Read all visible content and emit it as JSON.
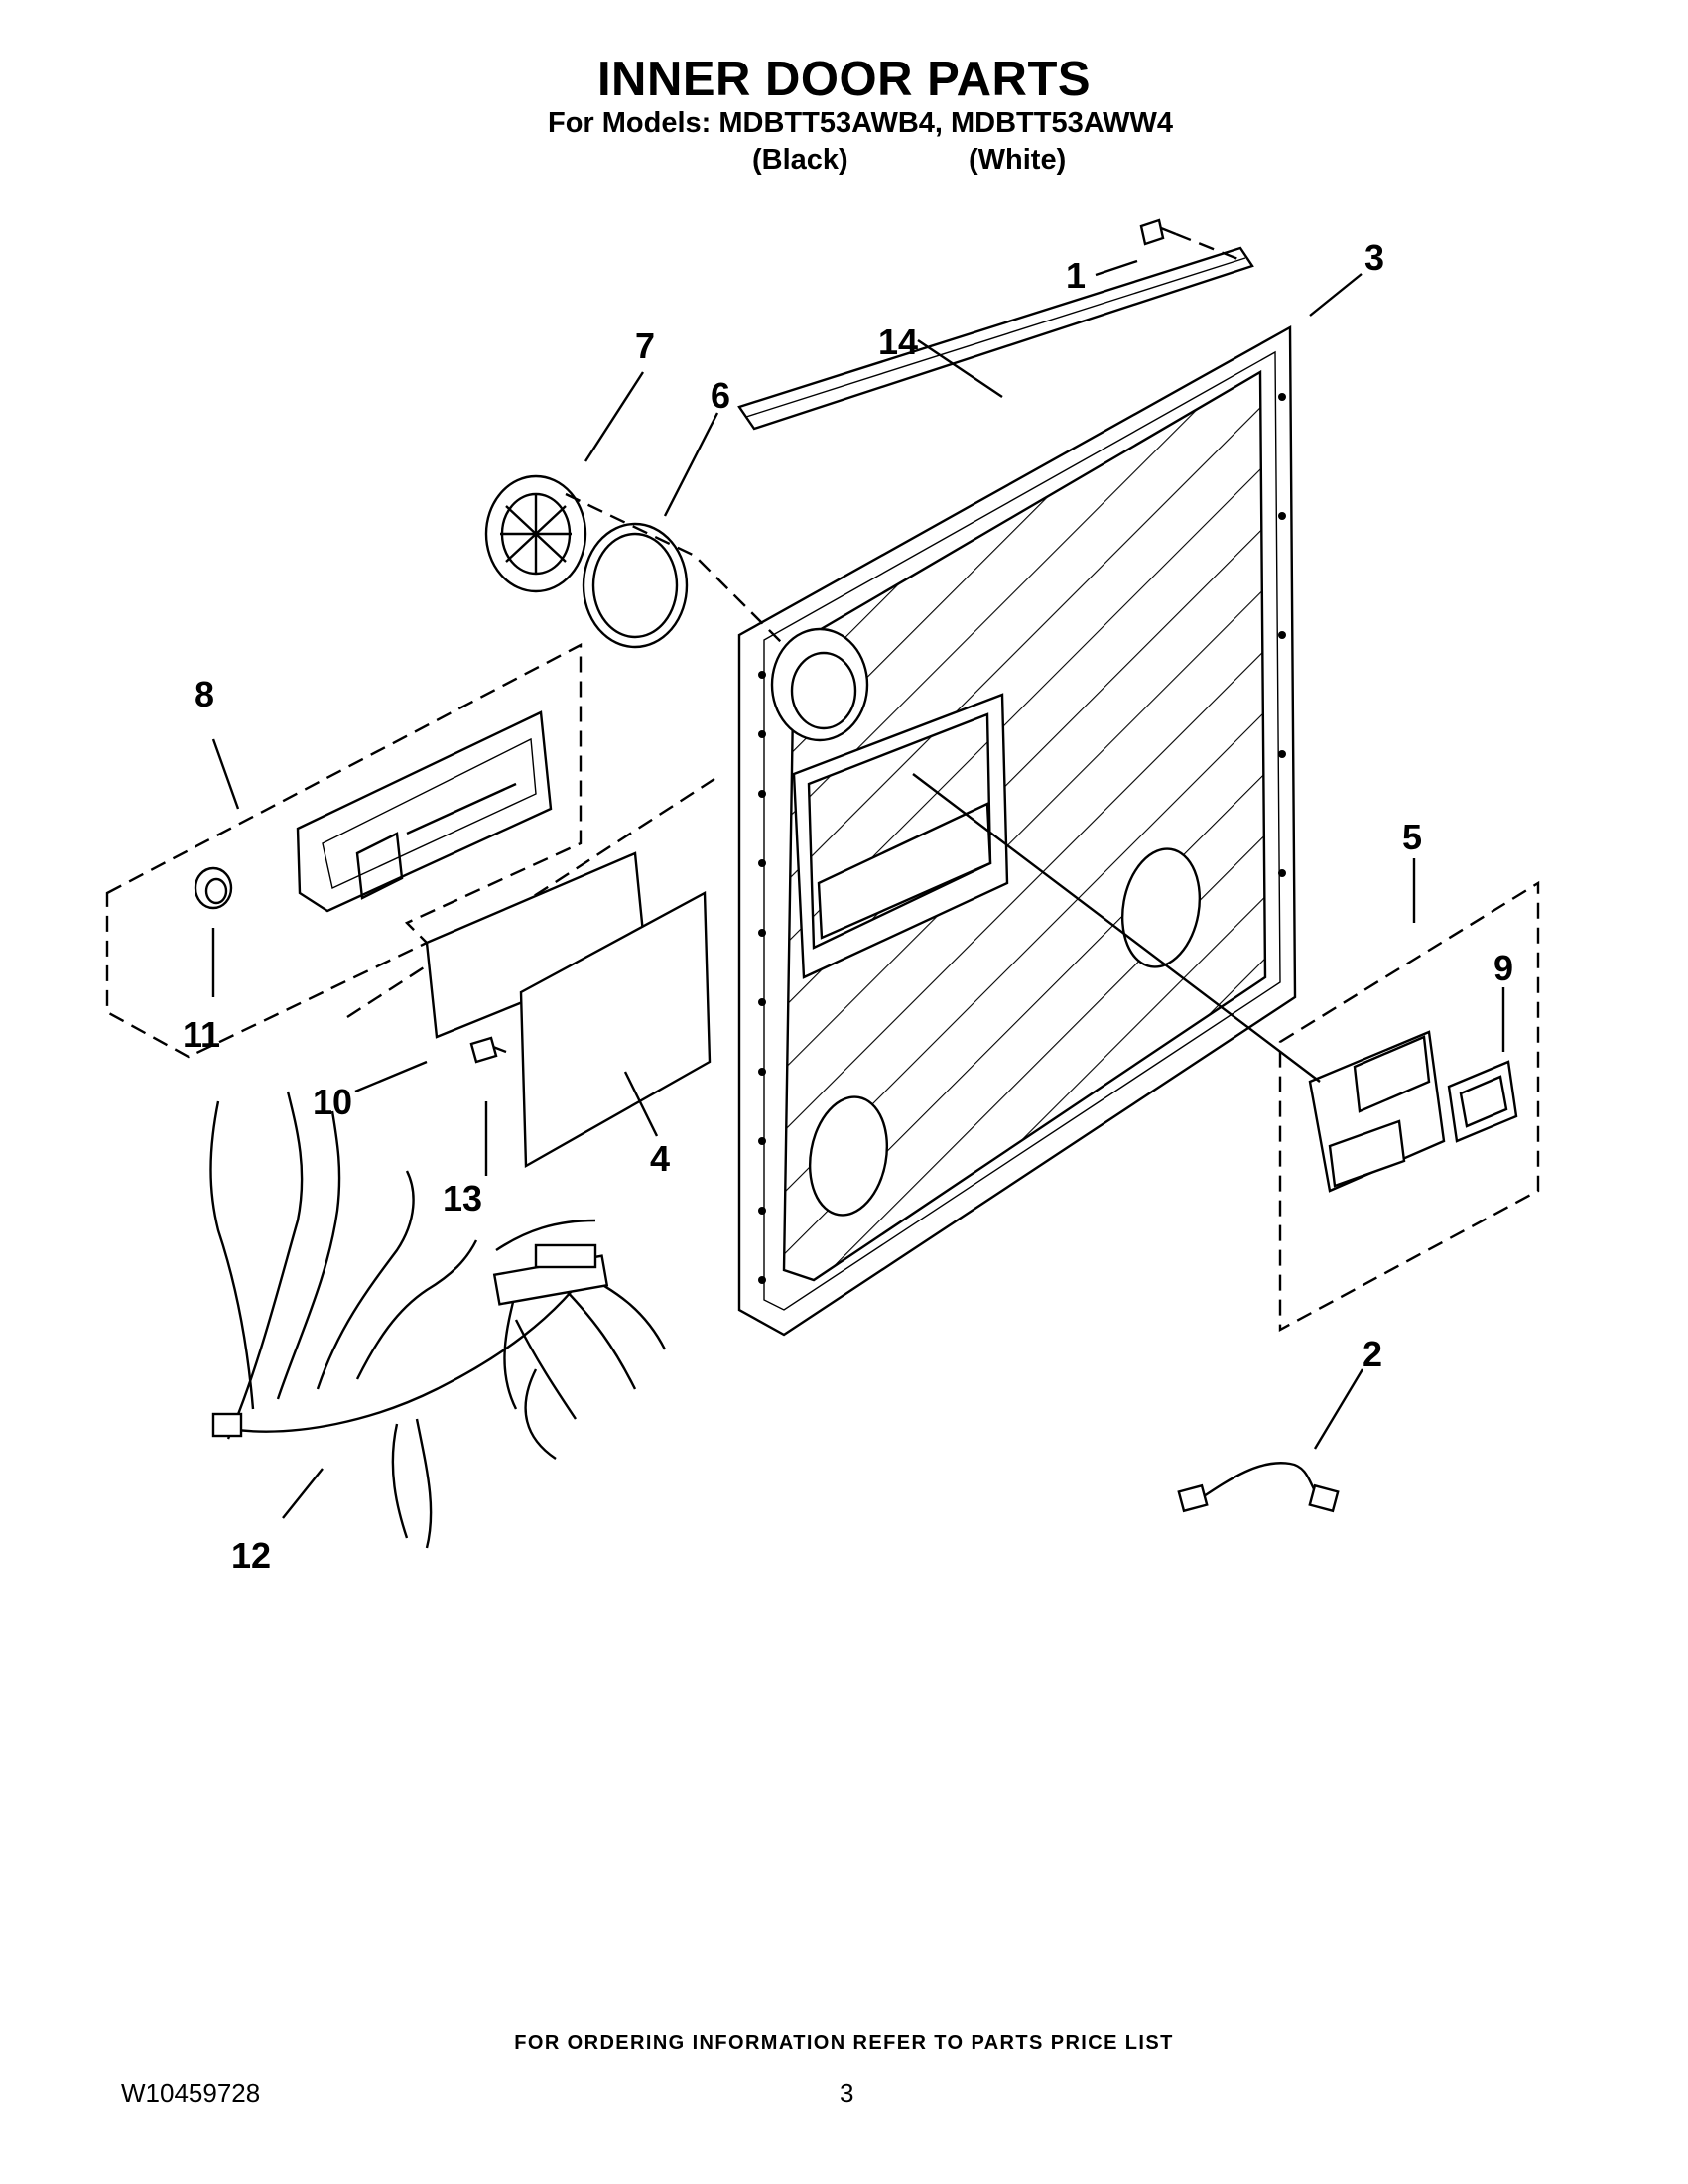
{
  "header": {
    "title": "INNER DOOR PARTS",
    "models_line": "For Models: MDBTT53AWB4, MDBTT53AWW4",
    "color_black": "(Black)",
    "color_white": "(White)"
  },
  "callouts": [
    "1",
    "2",
    "3",
    "4",
    "5",
    "6",
    "7",
    "8",
    "9",
    "10",
    "11",
    "12",
    "13",
    "14"
  ],
  "footer": {
    "ordering_note": "FOR ORDERING INFORMATION REFER TO PARTS PRICE LIST",
    "doc_number": "W10459728",
    "page_number": "3"
  }
}
